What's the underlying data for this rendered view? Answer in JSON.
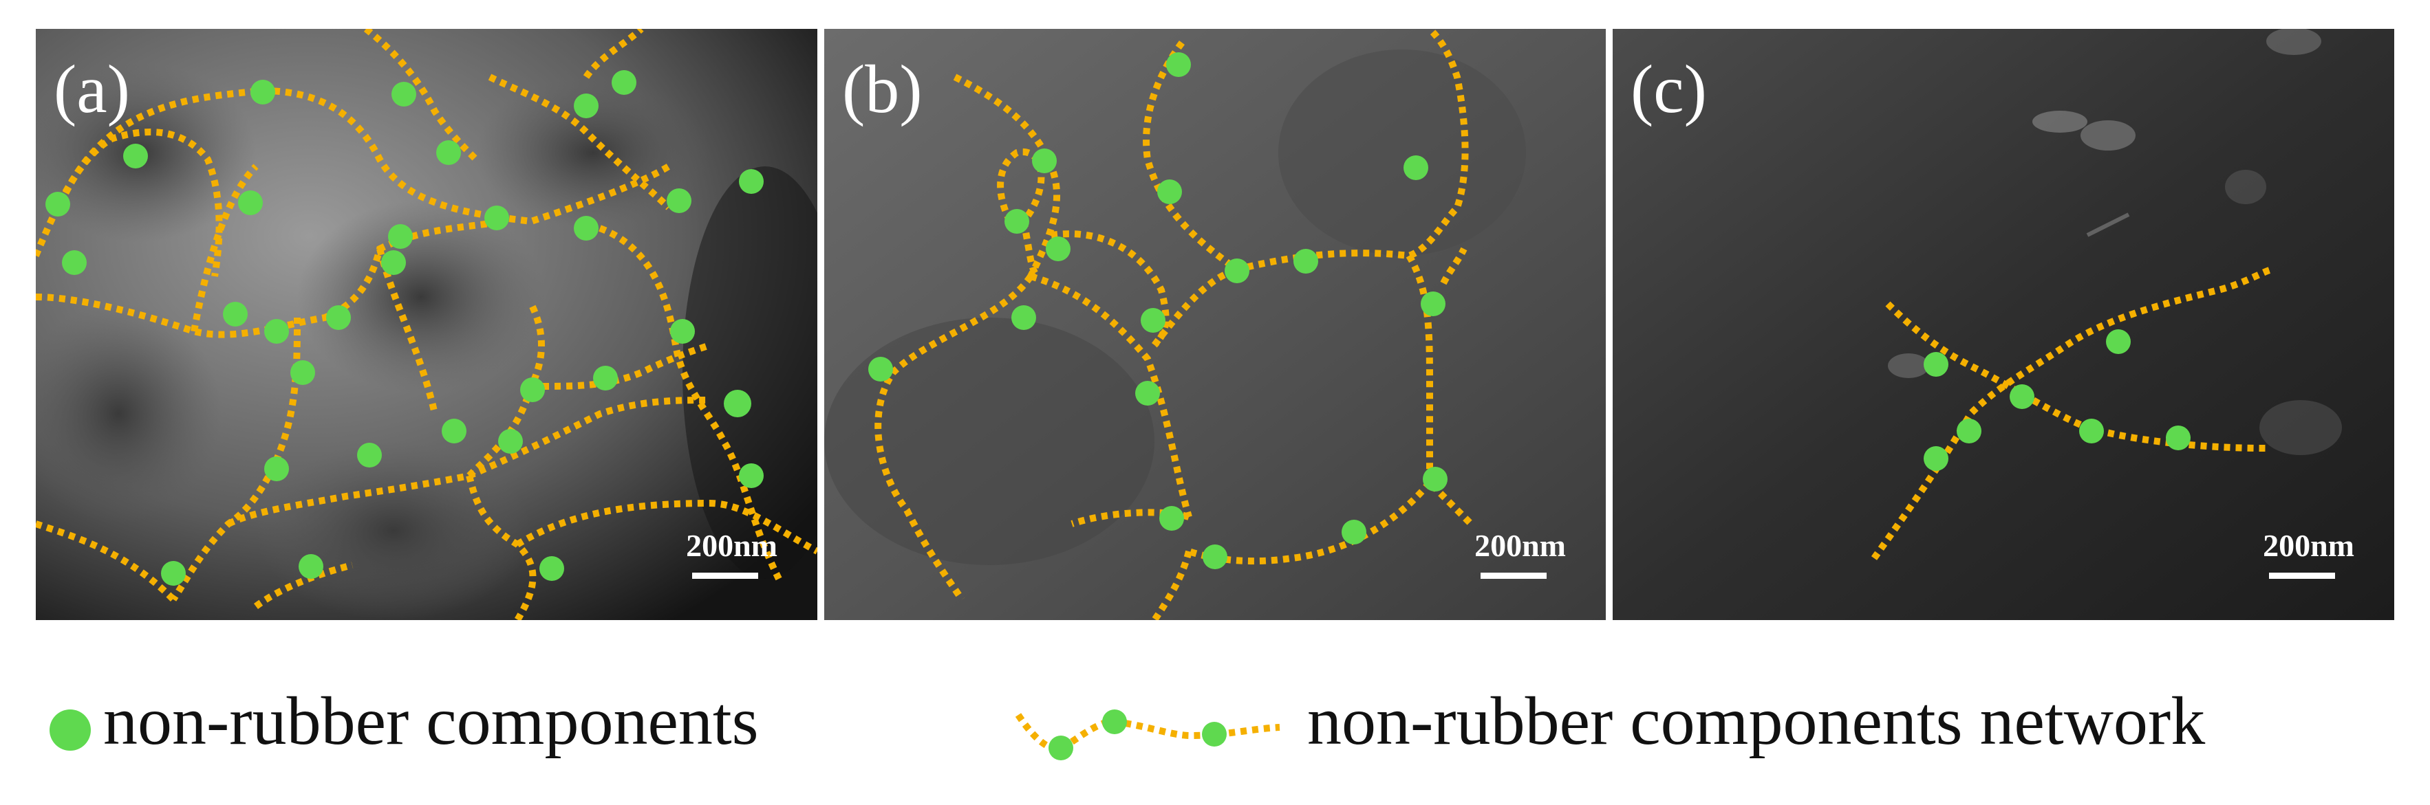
{
  "panels": [
    {
      "label": "(a)",
      "scale": "200nm"
    },
    {
      "label": "(b)",
      "scale": "200nm"
    },
    {
      "label": "(c)",
      "scale": "200nm"
    }
  ],
  "legend": {
    "node_label": "non-rubber components",
    "network_label": "non-rubber components network"
  },
  "colors": {
    "node": "#5fd94f",
    "network": "#f5b000"
  }
}
